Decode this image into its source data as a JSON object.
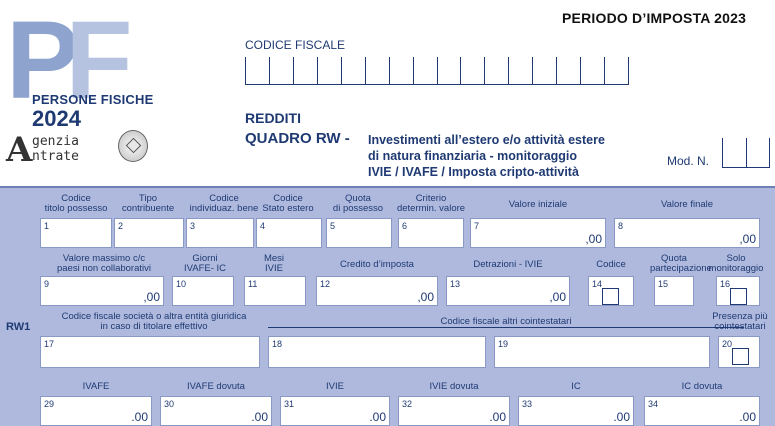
{
  "header": {
    "logo": {
      "letters": "PF",
      "line1": "PERSONE FISICHE",
      "line2": "2024"
    },
    "agency": {
      "mark": "A",
      "line1": "genzia",
      "line2": "ntrate"
    },
    "period": "PERIODO D’IMPOSTA 2023",
    "codice_fiscale_label": "CODICE FISCALE",
    "section": "REDDITI",
    "quadro": "QUADRO RW -",
    "description": [
      "Investimenti all’estero e/o attività estere",
      "di natura finanziaria - monitoraggio",
      "IVIE / IVAFE / Imposta cripto-attività"
    ],
    "mod_label": "Mod. N."
  },
  "row_label": "RW1",
  "fields": [
    {
      "num": "1",
      "caption": [
        "Codice",
        "titolo possesso"
      ],
      "decimals": ""
    },
    {
      "num": "2",
      "caption": [
        "Tipo",
        "contribuente"
      ],
      "decimals": ""
    },
    {
      "num": "3",
      "caption": [
        "Codice",
        "individuaz. bene"
      ],
      "decimals": ""
    },
    {
      "num": "4",
      "caption": [
        "Codice",
        "Stato estero"
      ],
      "decimals": ""
    },
    {
      "num": "5",
      "caption": [
        "Quota",
        "di possesso"
      ],
      "decimals": ""
    },
    {
      "num": "6",
      "caption": [
        "Criterio",
        "determin. valore"
      ],
      "decimals": ""
    },
    {
      "num": "7",
      "caption": [
        "Valore iniziale",
        ""
      ],
      "decimals": ",00"
    },
    {
      "num": "8",
      "caption": [
        "Valore finale",
        ""
      ],
      "decimals": ",00"
    },
    {
      "num": "9",
      "caption": [
        "Valore massimo c/c",
        "paesi non collaborativi"
      ],
      "decimals": ",00"
    },
    {
      "num": "10",
      "caption": [
        "Giorni",
        "IVAFE- IC"
      ],
      "decimals": ""
    },
    {
      "num": "11",
      "caption": [
        "Mesi",
        "IVIE"
      ],
      "decimals": ""
    },
    {
      "num": "12",
      "caption": [
        "Credito d’imposta",
        ""
      ],
      "decimals": ",00"
    },
    {
      "num": "13",
      "caption": [
        "Detrazioni - IVIE",
        ""
      ],
      "decimals": ",00"
    },
    {
      "num": "14",
      "caption": [
        "Codice",
        ""
      ],
      "decimals": ""
    },
    {
      "num": "15",
      "caption": [
        "Quota",
        "partecipazione"
      ],
      "decimals": ""
    },
    {
      "num": "16",
      "caption": [
        "Solo",
        "monitoraggio"
      ],
      "decimals": ""
    },
    {
      "num": "17",
      "caption": [
        "Codice fiscale società o altra entità giuridica",
        "in caso di titolare effettivo"
      ],
      "decimals": ""
    },
    {
      "num": "18",
      "caption": [
        "",
        ""
      ],
      "decimals": ""
    },
    {
      "num": "19",
      "caption": [
        "",
        ""
      ],
      "decimals": ""
    },
    {
      "num": "20",
      "caption": [
        "Presenza più",
        "cointestatari"
      ],
      "decimals": ""
    },
    {
      "num": "29",
      "caption": [
        "IVAFE",
        ""
      ],
      "decimals": ".00"
    },
    {
      "num": "30",
      "caption": [
        "IVAFE dovuta",
        ""
      ],
      "decimals": ".00"
    },
    {
      "num": "31",
      "caption": [
        "IVIE",
        ""
      ],
      "decimals": ".00"
    },
    {
      "num": "32",
      "caption": [
        "IVIE dovuta",
        ""
      ],
      "decimals": ".00"
    },
    {
      "num": "33",
      "caption": [
        "IC",
        ""
      ],
      "decimals": ".00"
    },
    {
      "num": "34",
      "caption": [
        "IC dovuta",
        ""
      ],
      "decimals": ".00"
    }
  ],
  "cointestatari_label": "Codice fiscale altri cointestatari",
  "colors": {
    "panel": "#aeb9dd",
    "ink": "#1f3a73",
    "logo_p": "#8ea4cf",
    "logo_f": "#b5c3e0"
  }
}
